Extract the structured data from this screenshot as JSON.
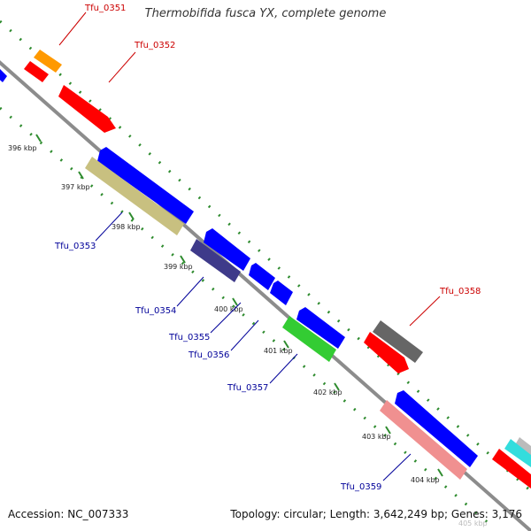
{
  "title": "Thermobifida fusca YX, complete genome",
  "footer": {
    "accession": "Accession: NC_007333",
    "summary": "Topology: circular; Length: 3,642,249 bp; Genes: 3,176"
  },
  "colors": {
    "backbone": "#8c8c8c",
    "ticks": "#2e8b2e",
    "forward_label": "#cc0000",
    "reverse_label": "#000099"
  },
  "tick_labels": [
    "396 kbp",
    "397 kbp",
    "398 kbp",
    "399 kbp",
    "400 kbp",
    "401 kbp",
    "402 kbp",
    "403 kbp",
    "404 kbp",
    "405 kbp"
  ],
  "genes": [
    {
      "label": "Tfu_0351",
      "strand": "forward",
      "color": "#ff9900"
    },
    {
      "label": "Tfu_0352",
      "strand": "forward",
      "color": "#ff0000"
    },
    {
      "label": "Tfu_0353",
      "strand": "reverse",
      "color": "#c8c080"
    },
    {
      "label": "Tfu_0354",
      "strand": "reverse",
      "color": "#3e3a8a"
    },
    {
      "label": "Tfu_0355",
      "strand": "reverse",
      "color": "#0000ff"
    },
    {
      "label": "Tfu_0356",
      "strand": "reverse",
      "color": "#0000ff"
    },
    {
      "label": "Tfu_0357",
      "strand": "reverse",
      "color": "#33cc33"
    },
    {
      "label": "Tfu_0358",
      "strand": "forward",
      "color": "#666666"
    },
    {
      "label": "Tfu_0359",
      "strand": "reverse",
      "color": "#f09090"
    }
  ]
}
